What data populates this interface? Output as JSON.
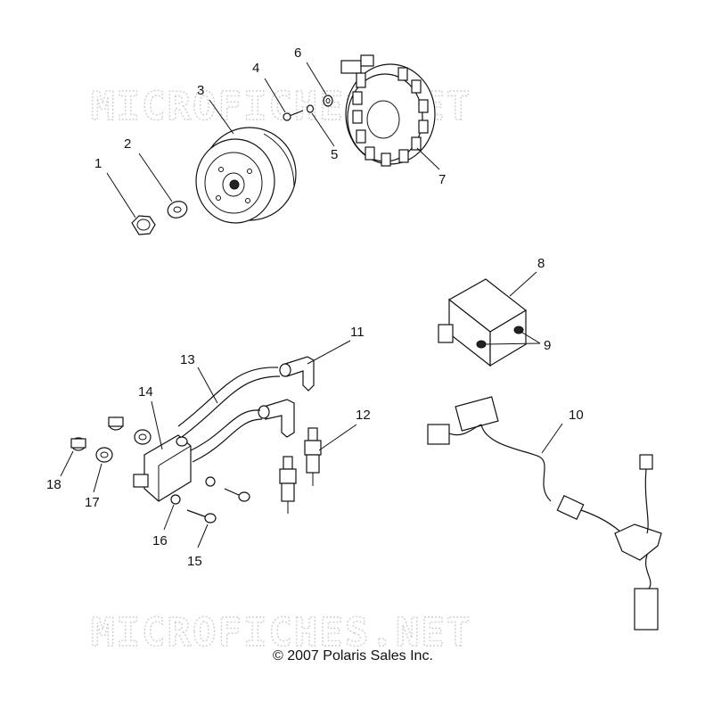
{
  "watermark": {
    "text": "MICROFICHES.NET"
  },
  "copyright": "© 2007 Polaris Sales Inc.",
  "callouts": [
    {
      "id": "c1",
      "text": "1"
    },
    {
      "id": "c2",
      "text": "2"
    },
    {
      "id": "c3",
      "text": "3"
    },
    {
      "id": "c4",
      "text": "4"
    },
    {
      "id": "c5",
      "text": "5"
    },
    {
      "id": "c6",
      "text": "6"
    },
    {
      "id": "c7",
      "text": "7"
    },
    {
      "id": "c8",
      "text": "8"
    },
    {
      "id": "c9",
      "text": "9"
    },
    {
      "id": "c10",
      "text": "10"
    },
    {
      "id": "c11",
      "text": "11"
    },
    {
      "id": "c12",
      "text": "12"
    },
    {
      "id": "c13",
      "text": "13"
    },
    {
      "id": "c14",
      "text": "14"
    },
    {
      "id": "c15",
      "text": "15"
    },
    {
      "id": "c16",
      "text": "16"
    },
    {
      "id": "c17",
      "text": "17"
    },
    {
      "id": "c18",
      "text": "18"
    }
  ]
}
